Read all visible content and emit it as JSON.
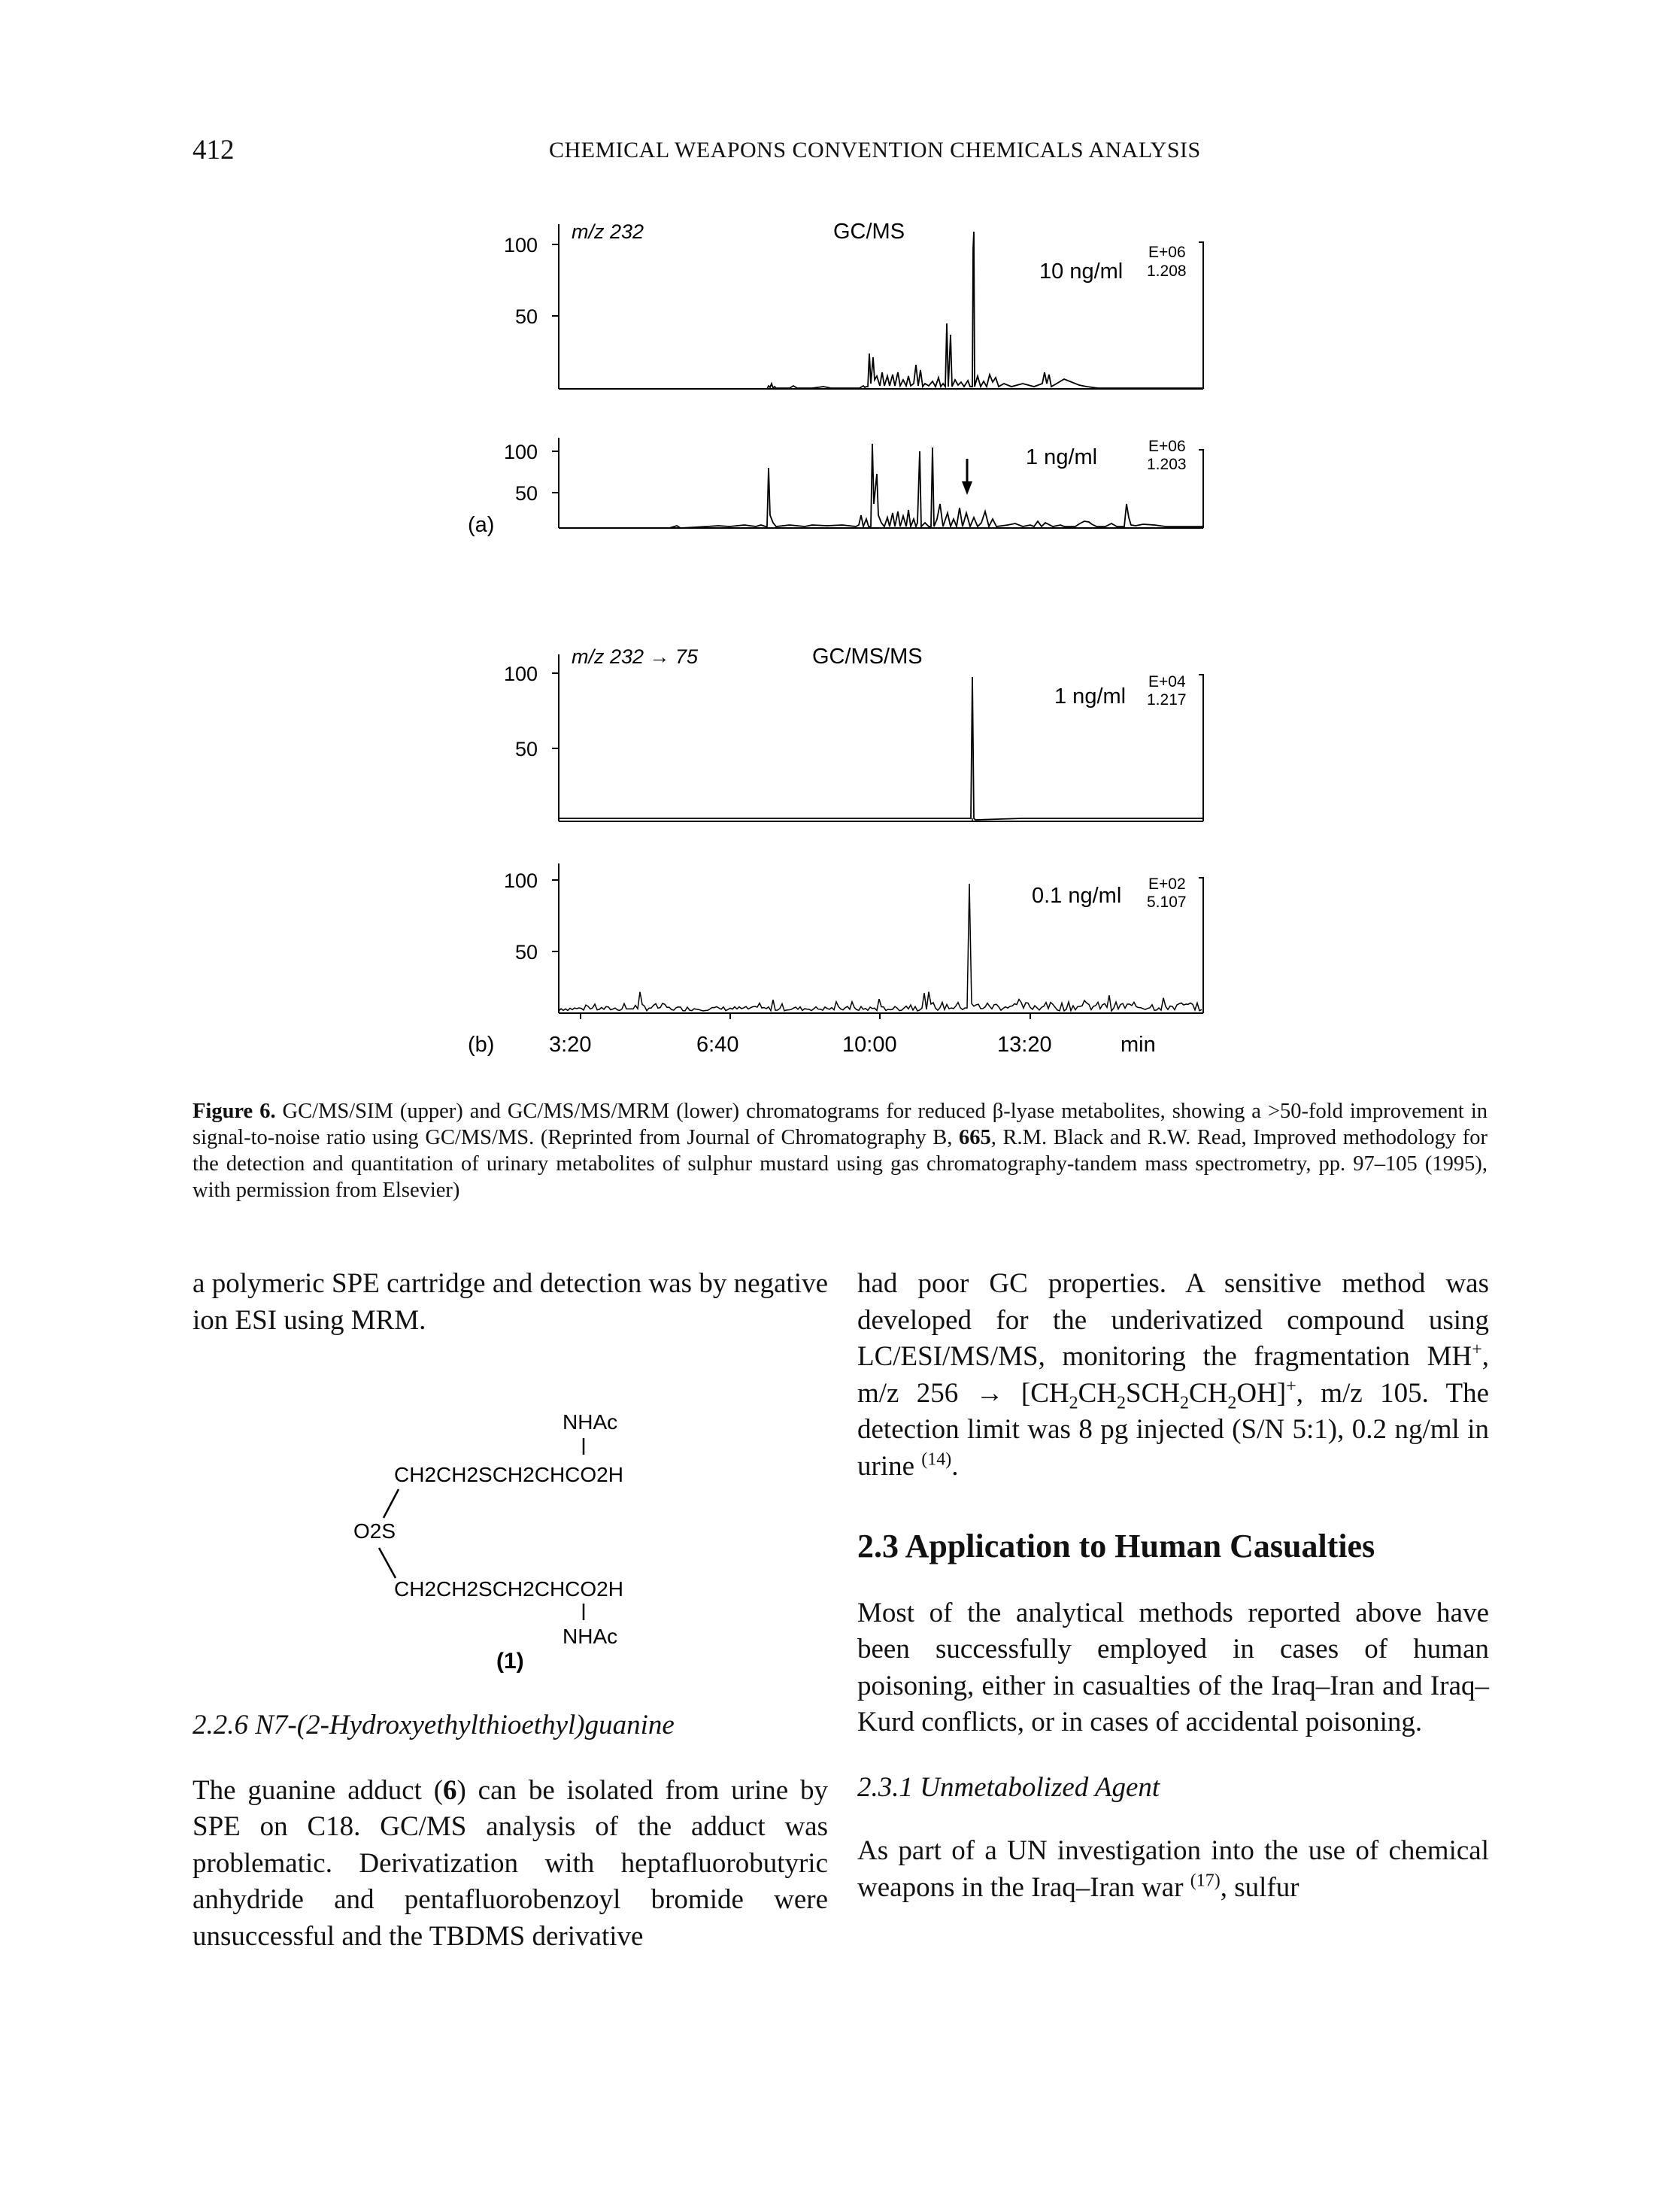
{
  "header": {
    "page_number": "412",
    "running_title": "CHEMICAL WEAPONS CONVENTION CHEMICALS ANALYSIS"
  },
  "figure": {
    "panel_a_label": "(a)",
    "panel_b_label": "(b)",
    "x_axis_unit": "min",
    "x_ticks": [
      "3:20",
      "6:40",
      "10:00",
      "13:20"
    ],
    "y_ticks": [
      "100",
      "50"
    ],
    "traces": [
      {
        "ion": "m/z 232",
        "method": "GC/MS",
        "conc": "10 ng/ml",
        "exp": "E+06",
        "scale": "1.208"
      },
      {
        "ion": "",
        "method": "",
        "conc": "1 ng/ml",
        "exp": "E+06",
        "scale": "1.203"
      },
      {
        "ion": "m/z 232 → 75",
        "method": "GC/MS/MS",
        "conc": "1 ng/ml",
        "exp": "E+04",
        "scale": "1.217"
      },
      {
        "ion": "",
        "method": "",
        "conc": "0.1 ng/ml",
        "exp": "E+02",
        "scale": "5.107"
      }
    ]
  },
  "caption": {
    "label": "Figure 6.",
    "text_1": " GC/MS/SIM (upper) and GC/MS/MS/MRM (lower) chromatograms for reduced β-lyase metabolites, showing a >50-fold improvement in signal-to-noise ratio using GC/MS/MS. (Reprinted from Journal of Chromatography B, ",
    "volume": "665",
    "text_2": ", R.M. Black and R.W. Read, Improved methodology for the detection and quantitation of urinary metabolites of sulphur mustard using gas chromatography-tandem mass spectrometry, pp. 97–105 (1995), with permission from Elsevier)"
  },
  "left_column": {
    "para_1": "a polymeric SPE cartridge and detection was by negative ion ESI using MRM.",
    "structure": {
      "nhac_top": "NHAc",
      "chain_top": "CH2CH2SCH2CHCO2H",
      "o2s": "O2S",
      "chain_bottom": "CH2CH2SCH2CHCO2H",
      "nhac_bottom": "NHAc",
      "compound_label": "(1)"
    },
    "heading": "2.2.6 N7-(2-Hydroxyethylthioethyl)guanine",
    "para_2_a": "The guanine adduct (",
    "para_2_ref": "6",
    "para_2_b": ") can be isolated from urine by SPE on C18. GC/MS analysis of the adduct was problematic. Derivatization with heptafluorobutyric anhydride and pentafluorobenzoyl bromide were unsuccessful and the TBDMS derivative"
  },
  "right_column": {
    "para_1_a": "had poor GC properties. A sensitive method was developed for the underivatized compound using LC/ESI/MS/MS, monitoring the fragmentation MH",
    "para_1_b": ", m/z 256 → [CH",
    "para_1_c": "CH",
    "para_1_d": "SCH",
    "para_1_e": "CH",
    "para_1_f": "OH]",
    "para_1_g": ", m/z 105. The detection limit was 8 pg injected (S/N 5:1), 0.2 ng/ml in urine ",
    "ref_14": "(14)",
    "para_1_end": ".",
    "heading_2_3": "2.3 Application to Human Casualties",
    "para_2": "Most of the analytical methods reported above have been successfully employed in cases of human poisoning, either in casualties of the Iraq–Iran and Iraq–Kurd conflicts, or in cases of accidental poisoning.",
    "heading_2_3_1": "2.3.1 Unmetabolized Agent",
    "para_3_a": "As part of a UN investigation into the use of chemical weapons in the Iraq–Iran war ",
    "ref_17": "(17)",
    "para_3_b": ", sulfur"
  }
}
